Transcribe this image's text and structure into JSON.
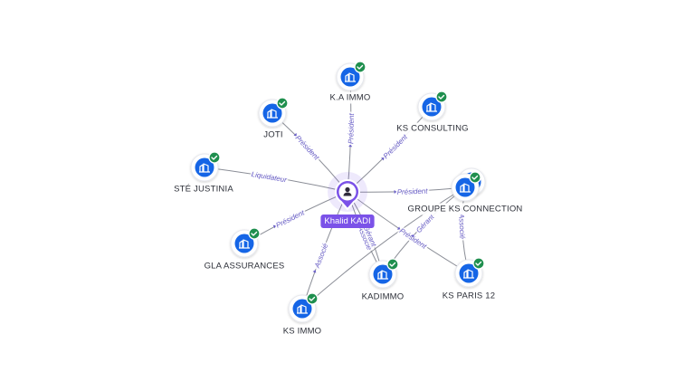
{
  "center": {
    "name": "Khalid KADI",
    "icon": "person-icon"
  },
  "companies": [
    {
      "id": "ka-immo",
      "name": "K.A IMMO",
      "verified": true
    },
    {
      "id": "ks-consulting",
      "name": "KS CONSULTING",
      "verified": true
    },
    {
      "id": "joti",
      "name": "JOTI",
      "verified": true
    },
    {
      "id": "ste-justinia",
      "name": "STÉ JUSTINIA",
      "verified": true
    },
    {
      "id": "groupe-ks-connection",
      "name": "GROUPE KS CONNECTION",
      "verified": true
    },
    {
      "id": "gla-assurances",
      "name": "GLA ASSURANCES",
      "verified": true
    },
    {
      "id": "kadimmo",
      "name": "KADIMMO",
      "verified": true
    },
    {
      "id": "ks-paris-12",
      "name": "KS PARIS 12",
      "verified": true
    },
    {
      "id": "ks-immo",
      "name": "KS IMMO",
      "verified": true
    }
  ],
  "relations": [
    {
      "from": "center",
      "to": "ka-immo",
      "label": "Président"
    },
    {
      "from": "center",
      "to": "ks-consulting",
      "label": "Président"
    },
    {
      "from": "center",
      "to": "joti",
      "label": "Président"
    },
    {
      "from": "center",
      "to": "ste-justinia",
      "label": "Liquidateur"
    },
    {
      "from": "center",
      "to": "groupe-ks-connection",
      "label": "Président"
    },
    {
      "from": "center",
      "to": "gla-assurances",
      "label": "Président"
    },
    {
      "from": "center",
      "to": "kadimmo",
      "label": "Associé"
    },
    {
      "from": "center",
      "to": "kadimmo",
      "label": "Gérant"
    },
    {
      "from": "center",
      "to": "ks-paris-12",
      "label": "Président"
    },
    {
      "from": "center",
      "to": "ks-immo",
      "label": "Associé"
    },
    {
      "from": "groupe-ks-connection",
      "to": "ks-paris-12",
      "label": "Associé"
    },
    {
      "from": "groupe-ks-connection",
      "to": "kadimmo",
      "label": "Gérant"
    },
    {
      "from": "groupe-ks-connection",
      "to": "ks-immo",
      "label": ""
    }
  ],
  "colors": {
    "company_icon": "#1565e6",
    "verified_badge": "#1f8f4e",
    "center_node": "#7b52e8",
    "edge_label": "#6b60c9"
  },
  "icons": {
    "company": "building-icon",
    "verified": "check-badge-icon"
  }
}
